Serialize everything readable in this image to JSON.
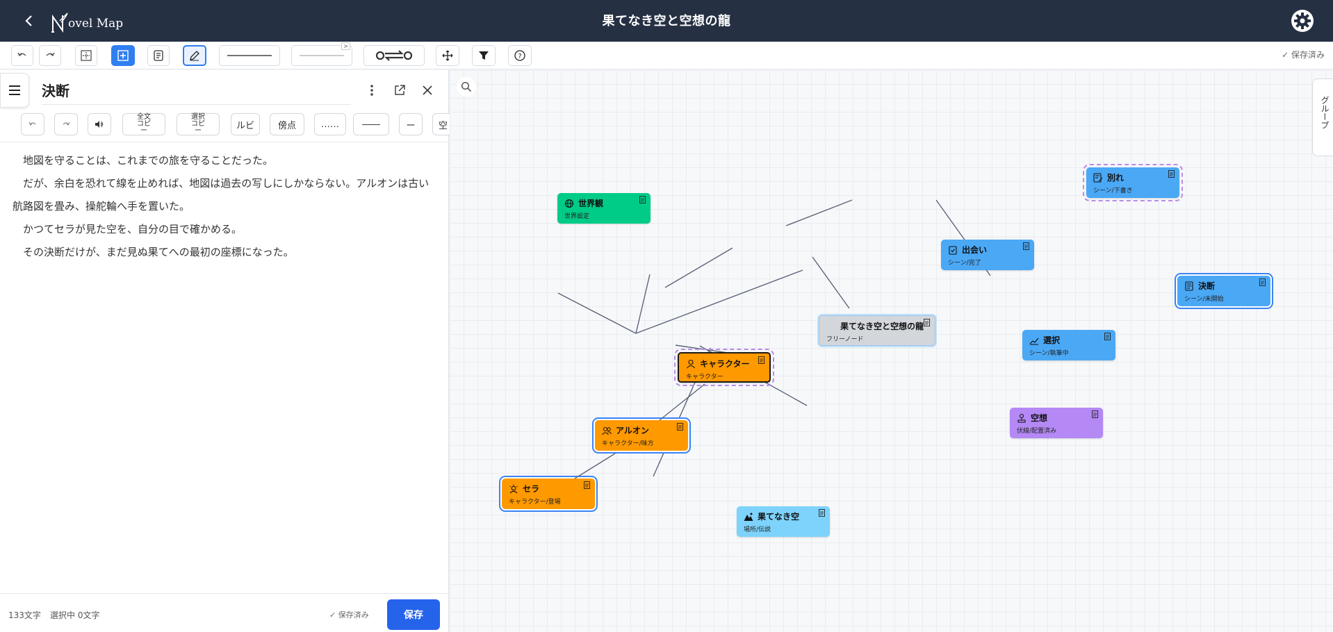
{
  "header": {
    "title": "果てなき空と空想の龍",
    "logo_text": "ovel Map"
  },
  "toolbar": {
    "saved_status": "保存済み",
    "line_badge": ">"
  },
  "editor": {
    "doc_title": "決断",
    "format_buttons": {
      "full_copy": "全文コピー",
      "selection_copy": "選択コピー",
      "ruby": "ルビ",
      "emphasis": "傍点",
      "ellipsis": "……",
      "double_dash": "――",
      "dash": "ー",
      "space": "空"
    },
    "paragraphs": [
      "地図を守ることは、これまでの旅を守ることだった。",
      "だが、余白を恐れて線を止めれば、地図は過去の写しにしかならない。アルオンは古い航路図を畳み、操舵輪へ手を置いた。",
      "かつてセラが見た空を、自分の目で確かめる。",
      "その決断だけが、まだ見ぬ果てへの最初の座標になった。"
    ],
    "footer": {
      "char_count": "133文字",
      "selection_count": "選択中 0文字",
      "saved": "保存済み",
      "save_button": "保存"
    }
  },
  "canvas": {
    "group_tab": "グループ",
    "nodes": [
      {
        "id": "sekaikan",
        "title": "世界観",
        "sub": "世界設定",
        "icon": "globe-icon",
        "color": "#00cc88"
      },
      {
        "id": "wakare",
        "title": "別れ",
        "sub": "シーン/下書き",
        "icon": "scene-icon",
        "color": "#4aa8f5"
      },
      {
        "id": "deai",
        "title": "出会い",
        "sub": "シーン/完了",
        "icon": "scene-done-icon",
        "color": "#4aa8f5"
      },
      {
        "id": "ketsudan",
        "title": "決断",
        "sub": "シーン/未開始",
        "icon": "scene-icon",
        "color": "#4aa8f5"
      },
      {
        "id": "center",
        "title": "果てなき空と空想の龍",
        "sub": "フリーノード",
        "icon": "",
        "color": "#d3d6db"
      },
      {
        "id": "sentaku",
        "title": "選択",
        "sub": "シーン/執筆中",
        "icon": "writing-icon",
        "color": "#4aa8f5"
      },
      {
        "id": "character",
        "title": "キャラクター",
        "sub": "キャラクター",
        "icon": "person-icon",
        "color": "#ff9900"
      },
      {
        "id": "aruon",
        "title": "アルオン",
        "sub": "キャラクター/味方",
        "icon": "people-icon",
        "color": "#ff9900"
      },
      {
        "id": "kuso",
        "title": "空想",
        "sub": "伏線/配置済み",
        "icon": "foreshadow-icon",
        "color": "#b488f5"
      },
      {
        "id": "sera",
        "title": "セラ",
        "sub": "キャラクター/登場",
        "icon": "sun-person-icon",
        "color": "#ff9900"
      },
      {
        "id": "hatenaki",
        "title": "果てなき空",
        "sub": "場所/伝説",
        "icon": "landscape-icon",
        "color": "#7dd3fc"
      }
    ]
  }
}
